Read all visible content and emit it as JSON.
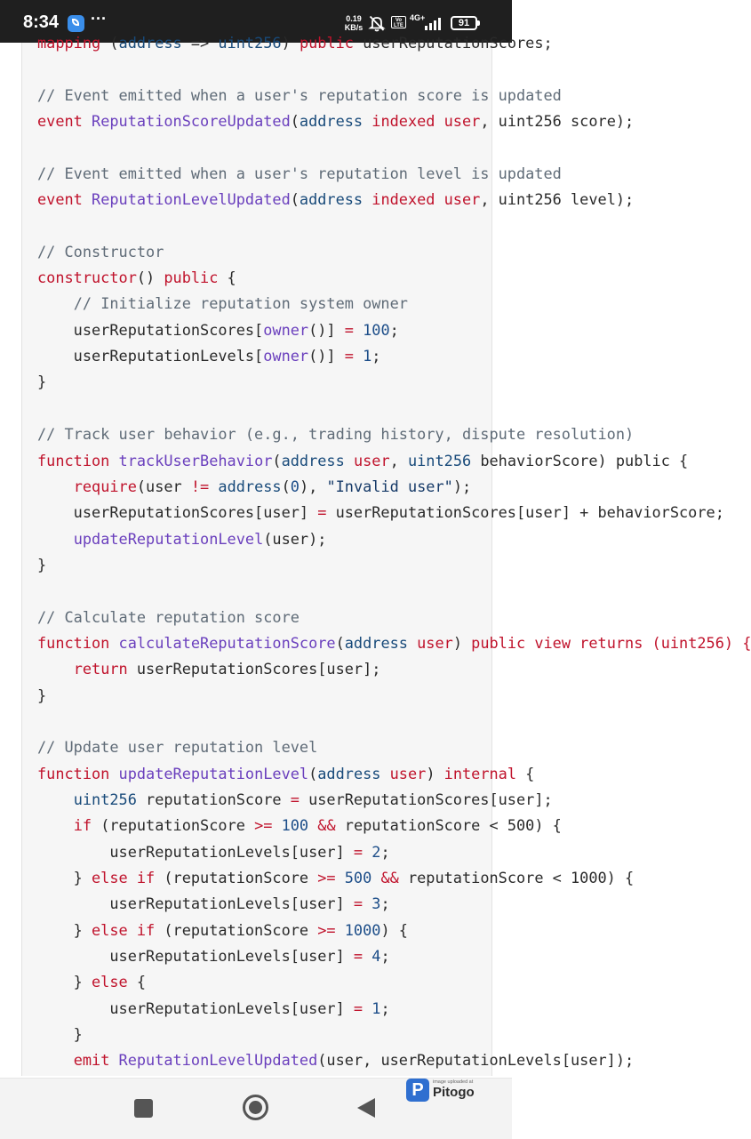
{
  "status_bar": {
    "time": "8:34",
    "more": "···",
    "net_speed_value": "0.19",
    "net_speed_unit": "KB/s",
    "volte": "Vo LTE",
    "net_type": "4G+",
    "battery": "91"
  },
  "code": {
    "lines": [
      [
        [
          "kw",
          "mapping"
        ],
        [
          "tx",
          " ("
        ],
        [
          "ty",
          "address"
        ],
        [
          "tx",
          " => "
        ],
        [
          "ty",
          "uint256"
        ],
        [
          "tx",
          ") "
        ],
        [
          "kw",
          "public"
        ],
        [
          "tx",
          " userReputationScores;"
        ]
      ],
      [],
      [
        [
          "cm",
          "// Event emitted when a user's reputation score is updated"
        ]
      ],
      [
        [
          "kw",
          "event"
        ],
        [
          "tx",
          " "
        ],
        [
          "fn",
          "ReputationScoreUpdated"
        ],
        [
          "tx",
          "("
        ],
        [
          "ty",
          "address"
        ],
        [
          "tx",
          " "
        ],
        [
          "kw",
          "indexed"
        ],
        [
          "tx",
          " "
        ],
        [
          "kw",
          "user"
        ],
        [
          "tx",
          ", uint256 score);"
        ]
      ],
      [],
      [
        [
          "cm",
          "// Event emitted when a user's reputation level is updated"
        ]
      ],
      [
        [
          "kw",
          "event"
        ],
        [
          "tx",
          " "
        ],
        [
          "fn",
          "ReputationLevelUpdated"
        ],
        [
          "tx",
          "("
        ],
        [
          "ty",
          "address"
        ],
        [
          "tx",
          " "
        ],
        [
          "kw",
          "indexed"
        ],
        [
          "tx",
          " "
        ],
        [
          "kw",
          "user"
        ],
        [
          "tx",
          ", uint256 level);"
        ]
      ],
      [],
      [
        [
          "cm",
          "// Constructor"
        ]
      ],
      [
        [
          "kw",
          "constructor"
        ],
        [
          "tx",
          "() "
        ],
        [
          "kw",
          "public"
        ],
        [
          "tx",
          " {"
        ]
      ],
      [
        [
          "tx",
          "    "
        ],
        [
          "cm",
          "// Initialize reputation system owner"
        ]
      ],
      [
        [
          "tx",
          "    userReputationScores["
        ],
        [
          "fn",
          "owner"
        ],
        [
          "tx",
          "()] "
        ],
        [
          "op",
          "="
        ],
        [
          "tx",
          " "
        ],
        [
          "nm",
          "100"
        ],
        [
          "tx",
          ";"
        ]
      ],
      [
        [
          "tx",
          "    userReputationLevels["
        ],
        [
          "fn",
          "owner"
        ],
        [
          "tx",
          "()] "
        ],
        [
          "op",
          "="
        ],
        [
          "tx",
          " "
        ],
        [
          "nm",
          "1"
        ],
        [
          "tx",
          ";"
        ]
      ],
      [
        [
          "tx",
          "}"
        ]
      ],
      [],
      [
        [
          "cm",
          "// Track user behavior (e.g., trading history, dispute resolution)"
        ]
      ],
      [
        [
          "kw",
          "function"
        ],
        [
          "tx",
          " "
        ],
        [
          "fn",
          "trackUserBehavior"
        ],
        [
          "tx",
          "("
        ],
        [
          "ty",
          "address"
        ],
        [
          "tx",
          " "
        ],
        [
          "kw",
          "user"
        ],
        [
          "tx",
          ", "
        ],
        [
          "ty",
          "uint256"
        ],
        [
          "tx",
          " behaviorScore) public {"
        ]
      ],
      [
        [
          "tx",
          "    "
        ],
        [
          "kw",
          "require"
        ],
        [
          "tx",
          "(user "
        ],
        [
          "op",
          "!="
        ],
        [
          "tx",
          " "
        ],
        [
          "ty",
          "address"
        ],
        [
          "tx",
          "("
        ],
        [
          "nm",
          "0"
        ],
        [
          "tx",
          "), "
        ],
        [
          "st",
          "\"Invalid user\""
        ],
        [
          "tx",
          ");"
        ]
      ],
      [
        [
          "tx",
          "    userReputationScores[user] "
        ],
        [
          "op",
          "="
        ],
        [
          "tx",
          " userReputationScores[user] + behaviorScore;"
        ]
      ],
      [
        [
          "tx",
          "    "
        ],
        [
          "fn",
          "updateReputationLevel"
        ],
        [
          "tx",
          "(user);"
        ]
      ],
      [
        [
          "tx",
          "}"
        ]
      ],
      [],
      [
        [
          "cm",
          "// Calculate reputation score"
        ]
      ],
      [
        [
          "kw",
          "function"
        ],
        [
          "tx",
          " "
        ],
        [
          "fn",
          "calculateReputationScore"
        ],
        [
          "tx",
          "("
        ],
        [
          "ty",
          "address"
        ],
        [
          "tx",
          " "
        ],
        [
          "kw",
          "user"
        ],
        [
          "tx",
          ") "
        ],
        [
          "kw",
          "public view returns (uint256) {"
        ]
      ],
      [
        [
          "tx",
          "    "
        ],
        [
          "kw",
          "return"
        ],
        [
          "tx",
          " userReputationScores[user];"
        ]
      ],
      [
        [
          "tx",
          "}"
        ]
      ],
      [],
      [
        [
          "cm",
          "// Update user reputation level"
        ]
      ],
      [
        [
          "kw",
          "function"
        ],
        [
          "tx",
          " "
        ],
        [
          "fn",
          "updateReputationLevel"
        ],
        [
          "tx",
          "("
        ],
        [
          "ty",
          "address"
        ],
        [
          "tx",
          " "
        ],
        [
          "kw",
          "user"
        ],
        [
          "tx",
          ") "
        ],
        [
          "kw",
          "internal"
        ],
        [
          "tx",
          " {"
        ]
      ],
      [
        [
          "tx",
          "    "
        ],
        [
          "ty",
          "uint256"
        ],
        [
          "tx",
          " reputationScore "
        ],
        [
          "op",
          "="
        ],
        [
          "tx",
          " userReputationScores[user];"
        ]
      ],
      [
        [
          "tx",
          "    "
        ],
        [
          "kw",
          "if"
        ],
        [
          "tx",
          " (reputationScore "
        ],
        [
          "op",
          ">="
        ],
        [
          "tx",
          " "
        ],
        [
          "nm",
          "100"
        ],
        [
          "tx",
          " "
        ],
        [
          "op",
          "&&"
        ],
        [
          "tx",
          " reputationScore < 500) {"
        ]
      ],
      [
        [
          "tx",
          "        userReputationLevels[user] "
        ],
        [
          "op",
          "="
        ],
        [
          "tx",
          " "
        ],
        [
          "nm",
          "2"
        ],
        [
          "tx",
          ";"
        ]
      ],
      [
        [
          "tx",
          "    } "
        ],
        [
          "kw",
          "else if"
        ],
        [
          "tx",
          " (reputationScore "
        ],
        [
          "op",
          ">="
        ],
        [
          "tx",
          " "
        ],
        [
          "nm",
          "500"
        ],
        [
          "tx",
          " "
        ],
        [
          "op",
          "&&"
        ],
        [
          "tx",
          " reputationScore < 1000) {"
        ]
      ],
      [
        [
          "tx",
          "        userReputationLevels[user] "
        ],
        [
          "op",
          "="
        ],
        [
          "tx",
          " "
        ],
        [
          "nm",
          "3"
        ],
        [
          "tx",
          ";"
        ]
      ],
      [
        [
          "tx",
          "    } "
        ],
        [
          "kw",
          "else if"
        ],
        [
          "tx",
          " (reputationScore "
        ],
        [
          "op",
          ">="
        ],
        [
          "tx",
          " "
        ],
        [
          "nm",
          "1000"
        ],
        [
          "tx",
          ") {"
        ]
      ],
      [
        [
          "tx",
          "        userReputationLevels[user] "
        ],
        [
          "op",
          "="
        ],
        [
          "tx",
          " "
        ],
        [
          "nm",
          "4"
        ],
        [
          "tx",
          ";"
        ]
      ],
      [
        [
          "tx",
          "    } "
        ],
        [
          "kw",
          "else"
        ],
        [
          "tx",
          " {"
        ]
      ],
      [
        [
          "tx",
          "        userReputationLevels[user] "
        ],
        [
          "op",
          "="
        ],
        [
          "tx",
          " "
        ],
        [
          "nm",
          "1"
        ],
        [
          "tx",
          ";"
        ]
      ],
      [
        [
          "tx",
          "    }"
        ]
      ],
      [
        [
          "tx",
          "    "
        ],
        [
          "kw",
          "emit"
        ],
        [
          "tx",
          " "
        ],
        [
          "fn",
          "ReputationLevelUpdated"
        ],
        [
          "tx",
          "(user, userReputationLevels[user]);"
        ]
      ]
    ]
  },
  "watermark": {
    "small_text": "image uploaded at",
    "brand": "Pitogo",
    "logo_letter": "P"
  },
  "colors": {
    "status_bar_bg": "#1f1f1f",
    "code_bg": "#f6f6f6",
    "keyword": "#c0132c",
    "function_name": "#6a3fbd",
    "type": "#184a7a",
    "comment": "#5f6b77",
    "number": "#1d4e89"
  },
  "icons": {
    "mute": "bell-off-icon",
    "signal": "signal-bars-icon",
    "recent": "square-recent-apps-icon",
    "home": "circle-home-icon",
    "back": "triangle-back-icon"
  }
}
